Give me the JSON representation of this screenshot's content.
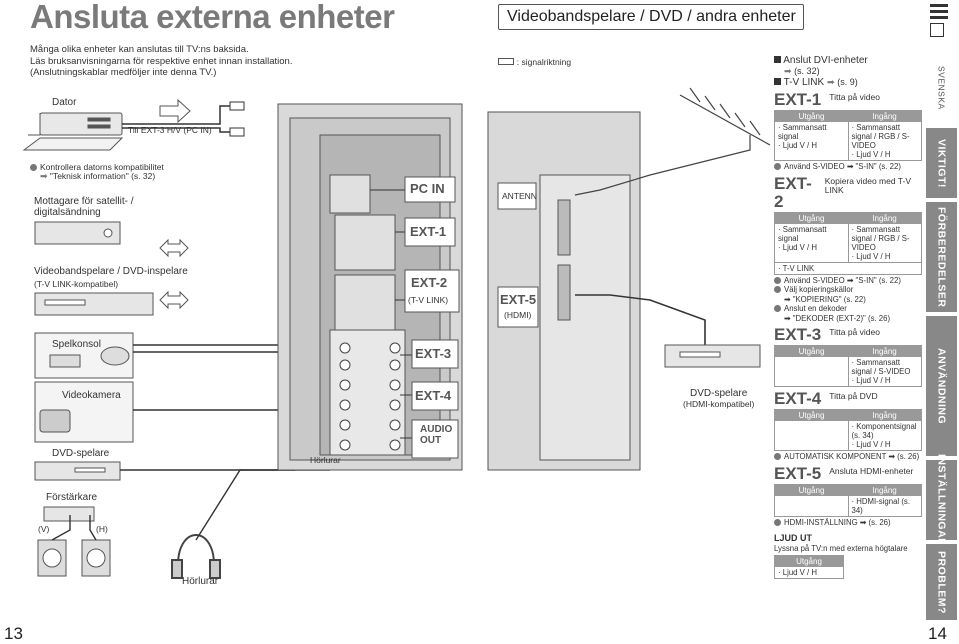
{
  "header": {
    "title": "Ansluta externa enheter",
    "subtitle": "Videobandspelare / DVD / andra enheter",
    "intro": [
      "Många olika enheter kan anslutas till TV:ns baksida.",
      "Läs bruksanvisningarna för respektive enhet innan installation.",
      "(Anslutningskablar medföljer inte denna TV.)"
    ],
    "signal_note": ": signalriktning"
  },
  "devices": {
    "dator": "Dator",
    "till_ext3": "Till EXT-3 H/V (PC IN)",
    "kontrollera": "Kontrollera datorns kompatibilitet",
    "teknisk": "\"Teknisk information\" (s. 32)",
    "mottagare_1": "Mottagare för satellit- /",
    "mottagare_2": "digitalsändning",
    "video_1": "Videobandspelare / DVD-inspelare",
    "video_2": "(T-V LINK-kompatibel)",
    "spelkonsol": "Spelkonsol",
    "videokamera": "Videokamera",
    "dvd": "DVD-spelare",
    "forstarkare": "Förstärkare",
    "v": "(V)",
    "h": "(H)",
    "horlurar": "Hörlurar",
    "horlurar_panel": "Hörlurar",
    "dvd_hdmi_1": "DVD-spelare",
    "dvd_hdmi_2": "(HDMI-kompatibel)",
    "antenn": "ANTENN"
  },
  "panel_labels": {
    "pc_in": "PC IN",
    "ext1": "EXT-1",
    "ext2": "EXT-2",
    "ext2_sub": "(T-V LINK)",
    "ext3": "EXT-3",
    "ext4": "EXT-4",
    "audio": "AUDIO",
    "out": "OUT",
    "ext5": "EXT-5",
    "ext5_sub": "(HDMI)"
  },
  "right": {
    "anslut_dvi": "Anslut DVI-enheter",
    "anslut_dvi_ref": "(s. 32)",
    "tv_link": "T-V LINK",
    "tv_link_ref": "(s. 9)",
    "utgang": "Utgång",
    "ingang": "Ingång",
    "ext1": {
      "name": "EXT-1",
      "desc": "Titta på video",
      "out": "· Sammansatt signal\n· Ljud V / H",
      "in": "· Sammansatt signal / RGB / S-VIDEO\n· Ljud V / H",
      "note": "Använd S-VIDEO ➡ \"S-IN\" (s. 22)"
    },
    "ext2": {
      "name": "EXT-2",
      "desc": "Kopiera video med T-V LINK",
      "out": "· Sammansatt signal\n· Ljud V / H",
      "in": "· Sammansatt signal / RGB / S-VIDEO\n· Ljud V / H",
      "extra": "· T-V LINK",
      "note1": "Använd S-VIDEO ➡ \"S-IN\" (s. 22)",
      "note2": "Välj kopieringskällor",
      "note3": "➡ \"KOPIERING\" (s. 22)",
      "note4": "Anslut en dekoder",
      "note5": "➡ \"DEKODER (EXT-2)\" (s. 26)"
    },
    "ext3": {
      "name": "EXT-3",
      "desc": "Titta på video",
      "in": "· Sammansatt signal / S-VIDEO\n· Ljud V / H"
    },
    "ext4": {
      "name": "EXT-4",
      "desc": "Titta på DVD",
      "in": "· Komponentsignal (s. 34)\n· Ljud V / H",
      "note": "AUTOMATISK KOMPONENT ➡ (s. 26)"
    },
    "ext5": {
      "name": "EXT-5",
      "desc": "Ansluta HDMI-enheter",
      "in": "· HDMI-signal (s. 34)",
      "note": "HDMI-INSTÄLLNING ➡ (s. 26)"
    },
    "ljud_title": "LJUD UT",
    "ljud_desc": "Lyssna på TV:n med externa högtalare",
    "ljud_out": "· Ljud V / H"
  },
  "tabs": {
    "svenska": "SVENSKA",
    "viktigt": "VIKTIGT!",
    "forberedelser": "FÖRBEREDELSER",
    "anvandning": "ANVÄNDNING",
    "installningar": "INSTÄLLNINGAR",
    "problem": "PROBLEM?"
  },
  "pages": {
    "left": "13",
    "right": "14"
  }
}
